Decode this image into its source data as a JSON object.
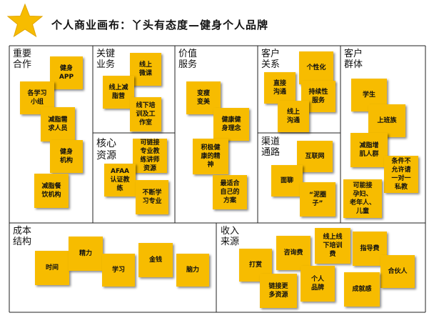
{
  "title": "个人商业画布：丫头有态度—健身个人品牌",
  "colors": {
    "note": "#f7bc00",
    "star": "#f7bc00",
    "border": "#222222"
  },
  "sections": {
    "key_partners": {
      "label": "重要\n合作",
      "notes": [
        "健身\nAPP",
        "各学习\n小组",
        "减脂需\n求人员",
        "健身\n机构",
        "减脂餐\n饮机构"
      ]
    },
    "key_activities": {
      "label": "关键\n业务",
      "notes": [
        "线上\n微课",
        "线上减\n脂营",
        "线下培\n训及工\n作室"
      ]
    },
    "key_resources": {
      "label": "核心\n资源",
      "notes": [
        "可链接\n专业教\n练讲师\n资源",
        "AFAA\n认证教\n练",
        "不断学\n习专业"
      ]
    },
    "value_propositions": {
      "label": "价值\n服务",
      "notes": [
        "变瘦\n变美",
        "健康健\n身理念",
        "积极健\n康的精\n神",
        "最适合\n自己的\n方案"
      ]
    },
    "customer_relationships": {
      "label": "客户\n关系",
      "notes": [
        "个性化",
        "直接\n沟通",
        "持续性\n服务",
        "线上\n沟通"
      ]
    },
    "channels": {
      "label": "渠道\n通路",
      "notes": [
        "互联网",
        "面聊",
        "“泥圈\n子”"
      ]
    },
    "customer_segments": {
      "label": "客户\n群体",
      "notes": [
        "学生",
        "上班族",
        "减脂增\n肌人群",
        "条件不\n允许请\n一对一\n私教",
        "可能接\n孕妇、\n老年人、\n儿童"
      ]
    },
    "cost_structure": {
      "label": "成本\n结构",
      "notes": [
        "时间",
        "精力",
        "学习",
        "金钱",
        "脑力"
      ]
    },
    "revenue_streams": {
      "label": "收入\n来源",
      "notes": [
        "打赏",
        "咨询费",
        "线上线\n下培训\n费",
        "指导费",
        "合伙人",
        "链接更\n多资源",
        "个人\n品牌",
        "成就感"
      ]
    }
  }
}
